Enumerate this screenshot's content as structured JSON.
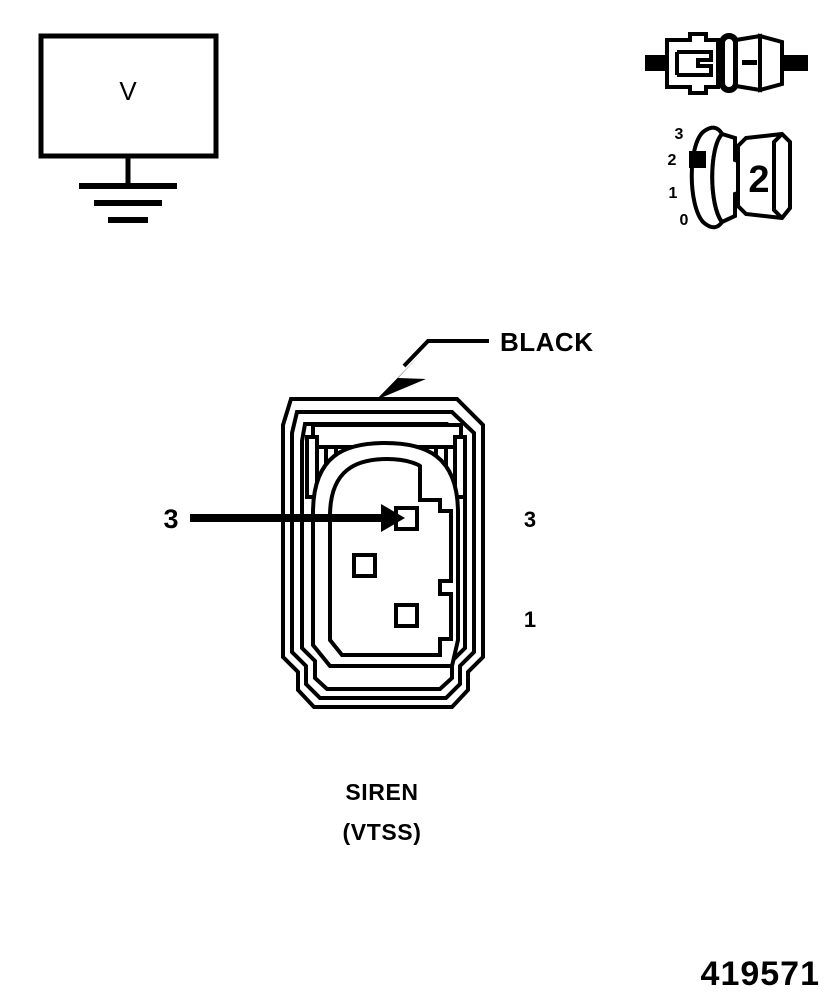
{
  "figure": {
    "number": "419571",
    "type": "wiring-connector-test-diagram"
  },
  "voltmeter": {
    "label": "V",
    "name": "voltmeter-symbol",
    "ground_symbol": "earth-ground"
  },
  "connector_view": {
    "number_label": "2",
    "pin_labels": [
      "3",
      "2",
      "1",
      "0"
    ],
    "marker": "pin-2-keyway"
  },
  "main_connector": {
    "wire_label": "BLACK",
    "probe_callout": "3",
    "cavity_labels": [
      "3",
      "1"
    ],
    "name_line1": "SIREN",
    "name_line2": "(VTSS)"
  },
  "colors": {
    "line": "#000000",
    "background": "#ffffff"
  }
}
